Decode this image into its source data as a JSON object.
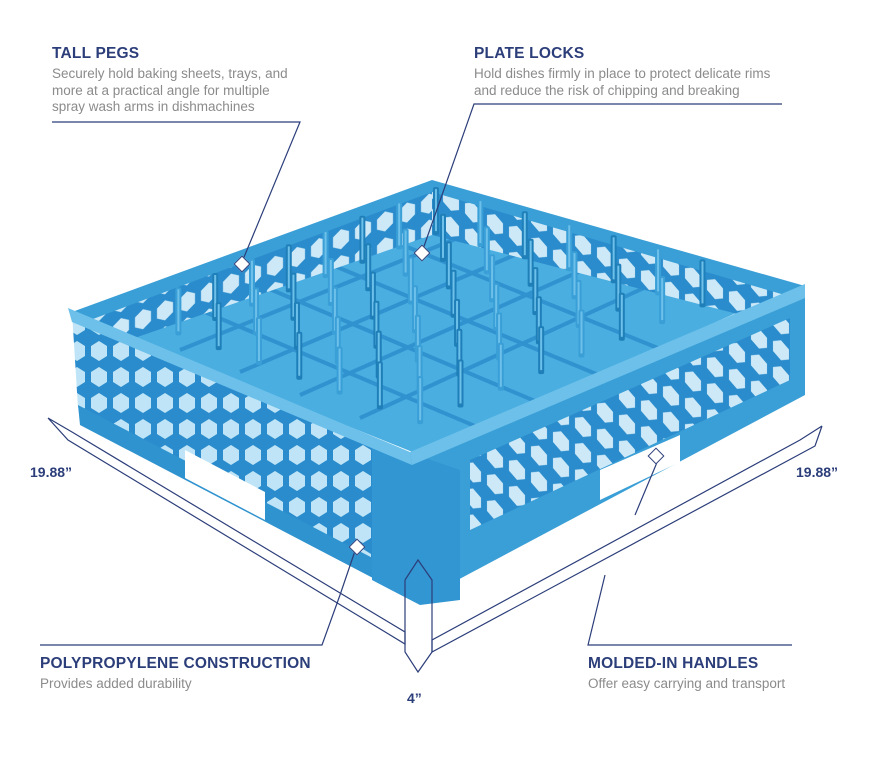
{
  "callouts": {
    "tall_pegs": {
      "title": "TALL PEGS",
      "lines": [
        "Securely hold baking sheets, trays, and",
        "more at a practical angle for multiple",
        "spray wash arms in dishmachines"
      ]
    },
    "plate_locks": {
      "title": "PLATE LOCKS",
      "lines": [
        "Hold dishes firmly in place to protect delicate rims",
        "and reduce the risk of chipping and breaking"
      ]
    },
    "polypropylene": {
      "title": "POLYPROPYLENE CONSTRUCTION",
      "lines": [
        "Provides added durability"
      ]
    },
    "handles": {
      "title": "MOLDED-IN HANDLES",
      "lines": [
        "Offer easy carrying and transport"
      ]
    }
  },
  "dimensions": {
    "left_length": "19.88”",
    "right_width": "19.88”",
    "height": "4”"
  },
  "colors": {
    "accent": "#2c3e7a",
    "rack": "#3a9fd6",
    "rack_dark": "#1f7fb8",
    "rack_light": "#6cc0ea",
    "description": "#8b8b8b"
  }
}
